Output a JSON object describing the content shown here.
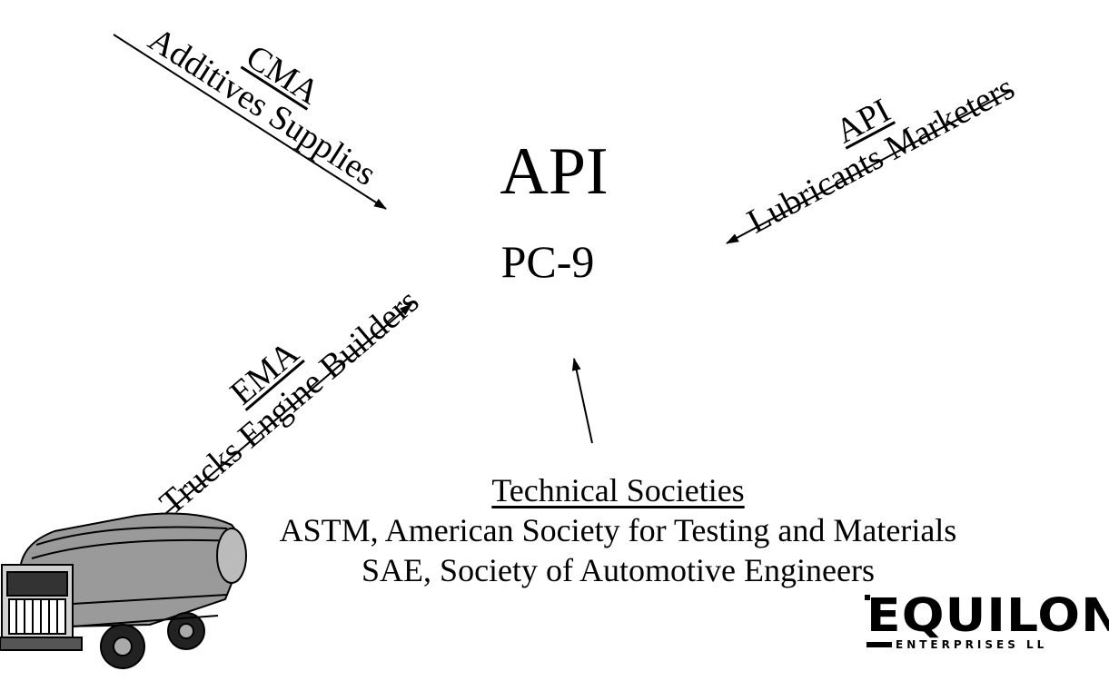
{
  "center": {
    "title": "API",
    "subtitle": "PC-9"
  },
  "groups": {
    "cma": {
      "heading": "CMA",
      "description": "Additives Supplies"
    },
    "api": {
      "heading": "API",
      "description": "Lubricants Marketers"
    },
    "ema": {
      "heading": "EMA",
      "description": "Trucks Engine Builders"
    }
  },
  "technical_societies": {
    "heading": "Technical Societies",
    "lines": [
      "ASTM, American Society for Testing and Materials",
      "SAE, Society of Automotive Engineers"
    ]
  },
  "logo": {
    "name": "EQUILON",
    "tagline": "ENTERPRISES LL"
  },
  "image": {
    "name": "tanker-truck"
  }
}
